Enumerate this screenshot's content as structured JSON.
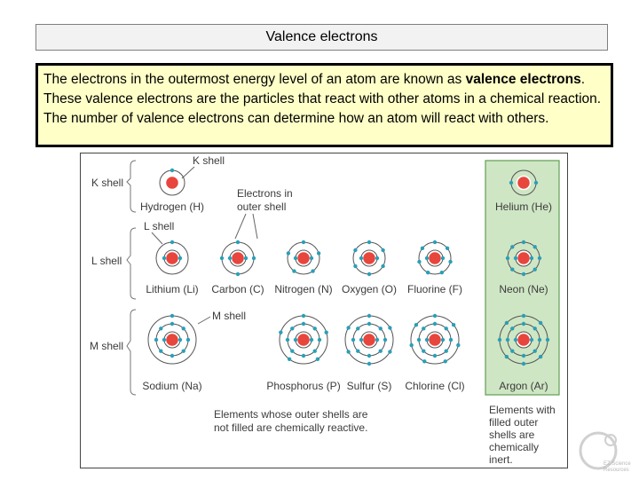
{
  "title": "Valence electrons",
  "intro": {
    "lead": "The electrons in the outermost energy level of an atom are known as",
    "term": "valence electrons",
    "rest": ". These valence electrons are the particles that react with other atoms in a chemical reaction. The number of valence electrons can determine how an atom will react with others."
  },
  "figure": {
    "shell_labels": [
      "K shell",
      "L shell",
      "M shell"
    ],
    "callouts": {
      "k_shell": "K shell",
      "l_shell": "L shell",
      "m_shell": "M shell",
      "outer_line1": "Electrons in",
      "outer_line2": "outer shell"
    },
    "elements": [
      {
        "name": "Hydrogen (H)",
        "row": 1,
        "col": 0,
        "valence": 1,
        "shells": 1
      },
      {
        "name": "Helium (He)",
        "row": 1,
        "col": 5,
        "valence": 2,
        "shells": 1
      },
      {
        "name": "Lithium (Li)",
        "row": 2,
        "col": 0,
        "valence": 1,
        "shells": 2
      },
      {
        "name": "Carbon (C)",
        "row": 2,
        "col": 1,
        "valence": 4,
        "shells": 2
      },
      {
        "name": "Nitrogen (N)",
        "row": 2,
        "col": 2,
        "valence": 5,
        "shells": 2
      },
      {
        "name": "Oxygen (O)",
        "row": 2,
        "col": 3,
        "valence": 6,
        "shells": 2
      },
      {
        "name": "Fluorine (F)",
        "row": 2,
        "col": 4,
        "valence": 7,
        "shells": 2
      },
      {
        "name": "Neon (Ne)",
        "row": 2,
        "col": 5,
        "valence": 8,
        "shells": 2
      },
      {
        "name": "Sodium (Na)",
        "row": 3,
        "col": 0,
        "valence": 1,
        "shells": 3
      },
      {
        "name": "Phosphorus (P)",
        "row": 3,
        "col": 2,
        "valence": 5,
        "shells": 3
      },
      {
        "name": "Sulfur (S)",
        "row": 3,
        "col": 3,
        "valence": 6,
        "shells": 3
      },
      {
        "name": "Chlorine (Cl)",
        "row": 3,
        "col": 4,
        "valence": 7,
        "shells": 3
      },
      {
        "name": "Argon (Ar)",
        "row": 3,
        "col": 5,
        "valence": 8,
        "shells": 3
      }
    ],
    "caption_reactive": [
      "Elements whose outer shells are",
      "not filled are chemically reactive."
    ],
    "caption_inert": [
      "Elements with",
      "filled outer",
      "shells are",
      "chemically",
      "inert."
    ]
  },
  "logo_text": [
    "EZ Science",
    "Resources"
  ],
  "colors": {
    "nucleus": "#e8453c",
    "electron": "#2a9fb8",
    "shell_ring": "#555555",
    "inert_highlight": "#cfe6c4",
    "inert_border": "#5f9e54",
    "intro_bg": "#ffffc8"
  }
}
